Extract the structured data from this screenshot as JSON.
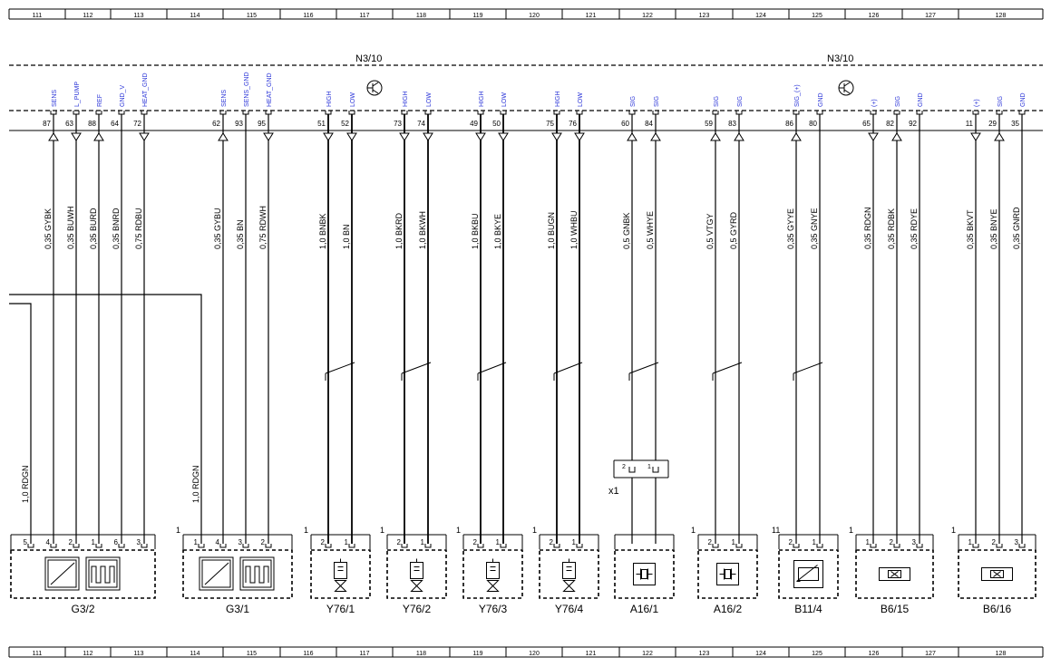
{
  "grid": {
    "columns": [
      "111",
      "112",
      "113",
      "114",
      "115",
      "116",
      "117",
      "118",
      "119",
      "120",
      "121",
      "122",
      "123",
      "124",
      "125",
      "126",
      "127",
      "128"
    ]
  },
  "controllers": [
    {
      "id": "N3/10"
    },
    {
      "id": "N3/10"
    }
  ],
  "pins": [
    {
      "num": "87",
      "label": "SENS",
      "wire": "0,35 GYBK",
      "arrow": "up"
    },
    {
      "num": "63",
      "label": "L_PUMP",
      "wire": "0,35 BUWH",
      "arrow": "down"
    },
    {
      "num": "88",
      "label": "REF",
      "wire": "0,35 BURD",
      "arrow": "up"
    },
    {
      "num": "64",
      "label": "GND_V",
      "wire": "0,35 BNRD",
      "arrow": "none"
    },
    {
      "num": "72",
      "label": "HEAT_GND",
      "wire": "0,75 RDBU",
      "arrow": "down"
    },
    {
      "num": "62",
      "label": "SENS",
      "wire": "0,35 GYBU",
      "arrow": "up"
    },
    {
      "num": "93",
      "label": "SENS_GND",
      "wire": "0,35 BN",
      "arrow": "none"
    },
    {
      "num": "95",
      "label": "HEAT_GND",
      "wire": "0,75 RDWH",
      "arrow": "down"
    },
    {
      "num": "51",
      "label": "HIGH",
      "wire": "1,0 BNBK",
      "arrow": "down"
    },
    {
      "num": "52",
      "label": "LOW",
      "wire": "1,0 BN",
      "arrow": "down"
    },
    {
      "num": "73",
      "label": "HIGH",
      "wire": "1,0 BKRD",
      "arrow": "down"
    },
    {
      "num": "74",
      "label": "LOW",
      "wire": "1,0 BKWH",
      "arrow": "down"
    },
    {
      "num": "49",
      "label": "HIGH",
      "wire": "1,0 BKBU",
      "arrow": "down"
    },
    {
      "num": "50",
      "label": "LOW",
      "wire": "1,0 BKYE",
      "arrow": "down"
    },
    {
      "num": "75",
      "label": "HIGH",
      "wire": "1,0 BUGN",
      "arrow": "down"
    },
    {
      "num": "76",
      "label": "LOW",
      "wire": "1,0 WHBU",
      "arrow": "down"
    },
    {
      "num": "60",
      "label": "SIG",
      "wire": "0,5 GNBK",
      "arrow": "up"
    },
    {
      "num": "84",
      "label": "SIG",
      "wire": "0,5 WHYE",
      "arrow": "up"
    },
    {
      "num": "59",
      "label": "SIG",
      "wire": "0,5 VTGY",
      "arrow": "up"
    },
    {
      "num": "83",
      "label": "SIG",
      "wire": "0,5 GYRD",
      "arrow": "up"
    },
    {
      "num": "86",
      "label": "SIG_(+)",
      "wire": "0,35 GYYE",
      "arrow": "up"
    },
    {
      "num": "80",
      "label": "GND",
      "wire": "0,35 GNYE",
      "arrow": "none"
    },
    {
      "num": "65",
      "label": "(+)",
      "wire": "0,35 RDGN",
      "arrow": "down"
    },
    {
      "num": "82",
      "label": "SIG",
      "wire": "0,35 RDBK",
      "arrow": "up"
    },
    {
      "num": "92",
      "label": "GND",
      "wire": "0,35 RDYE",
      "arrow": "none"
    },
    {
      "num": "11",
      "label": "(+)",
      "wire": "0,35 BKVT",
      "arrow": "down"
    },
    {
      "num": "29",
      "label": "SIG",
      "wire": "0,35 BNYE",
      "arrow": "up"
    },
    {
      "num": "35",
      "label": "GND",
      "wire": "0,35 GNRD",
      "arrow": "none"
    }
  ],
  "feed_wires": [
    "1,0 RDGN",
    "1,0 RDGN"
  ],
  "intermediate_connector": {
    "id": "x1",
    "pins": [
      "2",
      "1"
    ]
  },
  "components": [
    {
      "id": "G3/2",
      "lead": "",
      "pins": [
        "5",
        "4",
        "2",
        "1",
        "6",
        "3"
      ],
      "symbol": "lambda"
    },
    {
      "id": "G3/1",
      "lead": "1",
      "pins": [
        "1",
        "4",
        "3",
        "2"
      ],
      "symbol": "lambda-small"
    },
    {
      "id": "Y76/1",
      "lead": "1",
      "pins": [
        "2",
        "1"
      ],
      "symbol": "valve"
    },
    {
      "id": "Y76/2",
      "lead": "1",
      "pins": [
        "2",
        "1"
      ],
      "symbol": "valve"
    },
    {
      "id": "Y76/3",
      "lead": "1",
      "pins": [
        "2",
        "1"
      ],
      "symbol": "valve"
    },
    {
      "id": "Y76/4",
      "lead": "1",
      "pins": [
        "2",
        "1"
      ],
      "symbol": "valve"
    },
    {
      "id": "A16/1",
      "lead": "",
      "pins": [],
      "symbol": "knock"
    },
    {
      "id": "A16/2",
      "lead": "1",
      "pins": [
        "2",
        "1"
      ],
      "symbol": "knock"
    },
    {
      "id": "B11/4",
      "lead": "11",
      "pins": [
        "2",
        "1"
      ],
      "symbol": "thermistor"
    },
    {
      "id": "B6/15",
      "lead": "1",
      "pins": [
        "1",
        "2",
        "3"
      ],
      "symbol": "hall"
    },
    {
      "id": "B6/16",
      "lead": "1",
      "pins": [
        "1",
        "2",
        "3"
      ],
      "symbol": "hall"
    }
  ]
}
